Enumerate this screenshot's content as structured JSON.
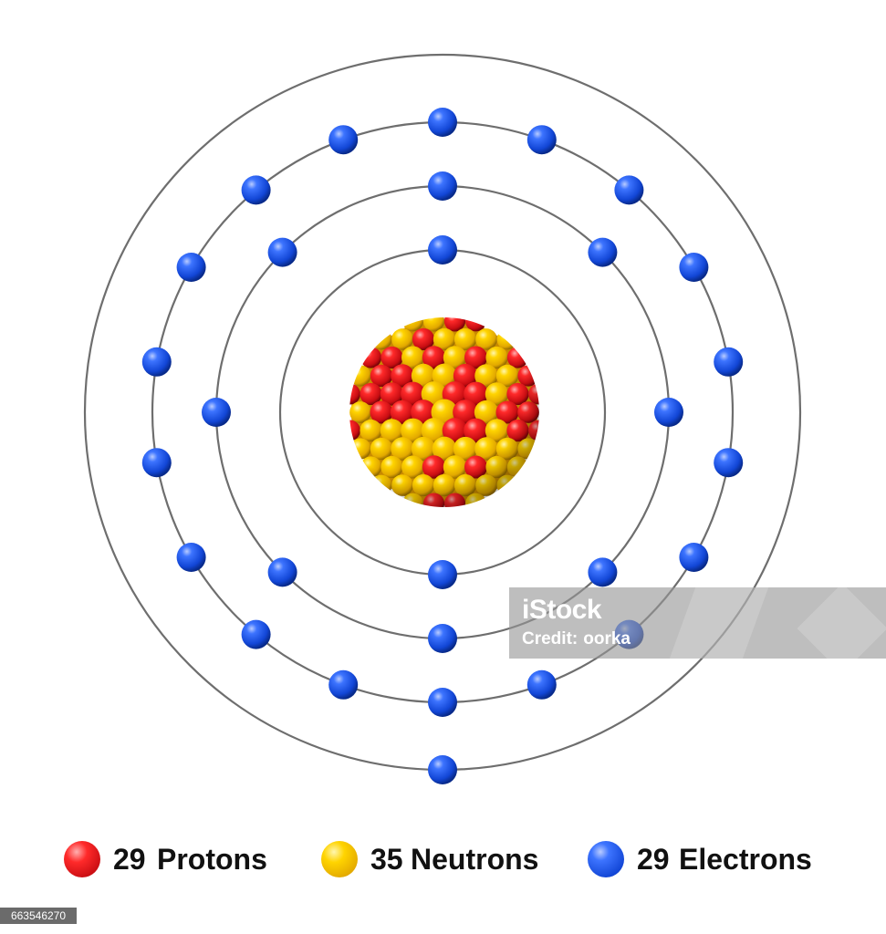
{
  "diagram": {
    "orbit_stroke": "#6e6e6e",
    "electron_color": "#1a52e0",
    "proton_color": "#e0141b",
    "neutron_color": "#f4c300",
    "shell_electron_counts": [
      2,
      8,
      18,
      1
    ]
  },
  "legend": {
    "protons": {
      "count": "29",
      "label": "Protons"
    },
    "neutrons": {
      "count": "35",
      "label": "Neutrons"
    },
    "electrons": {
      "count": "29",
      "label": "Electrons"
    }
  },
  "watermark": {
    "brand": "iStock",
    "credit_label": "Credit:",
    "credit_name": "oorka"
  },
  "stock_id": "663546270"
}
